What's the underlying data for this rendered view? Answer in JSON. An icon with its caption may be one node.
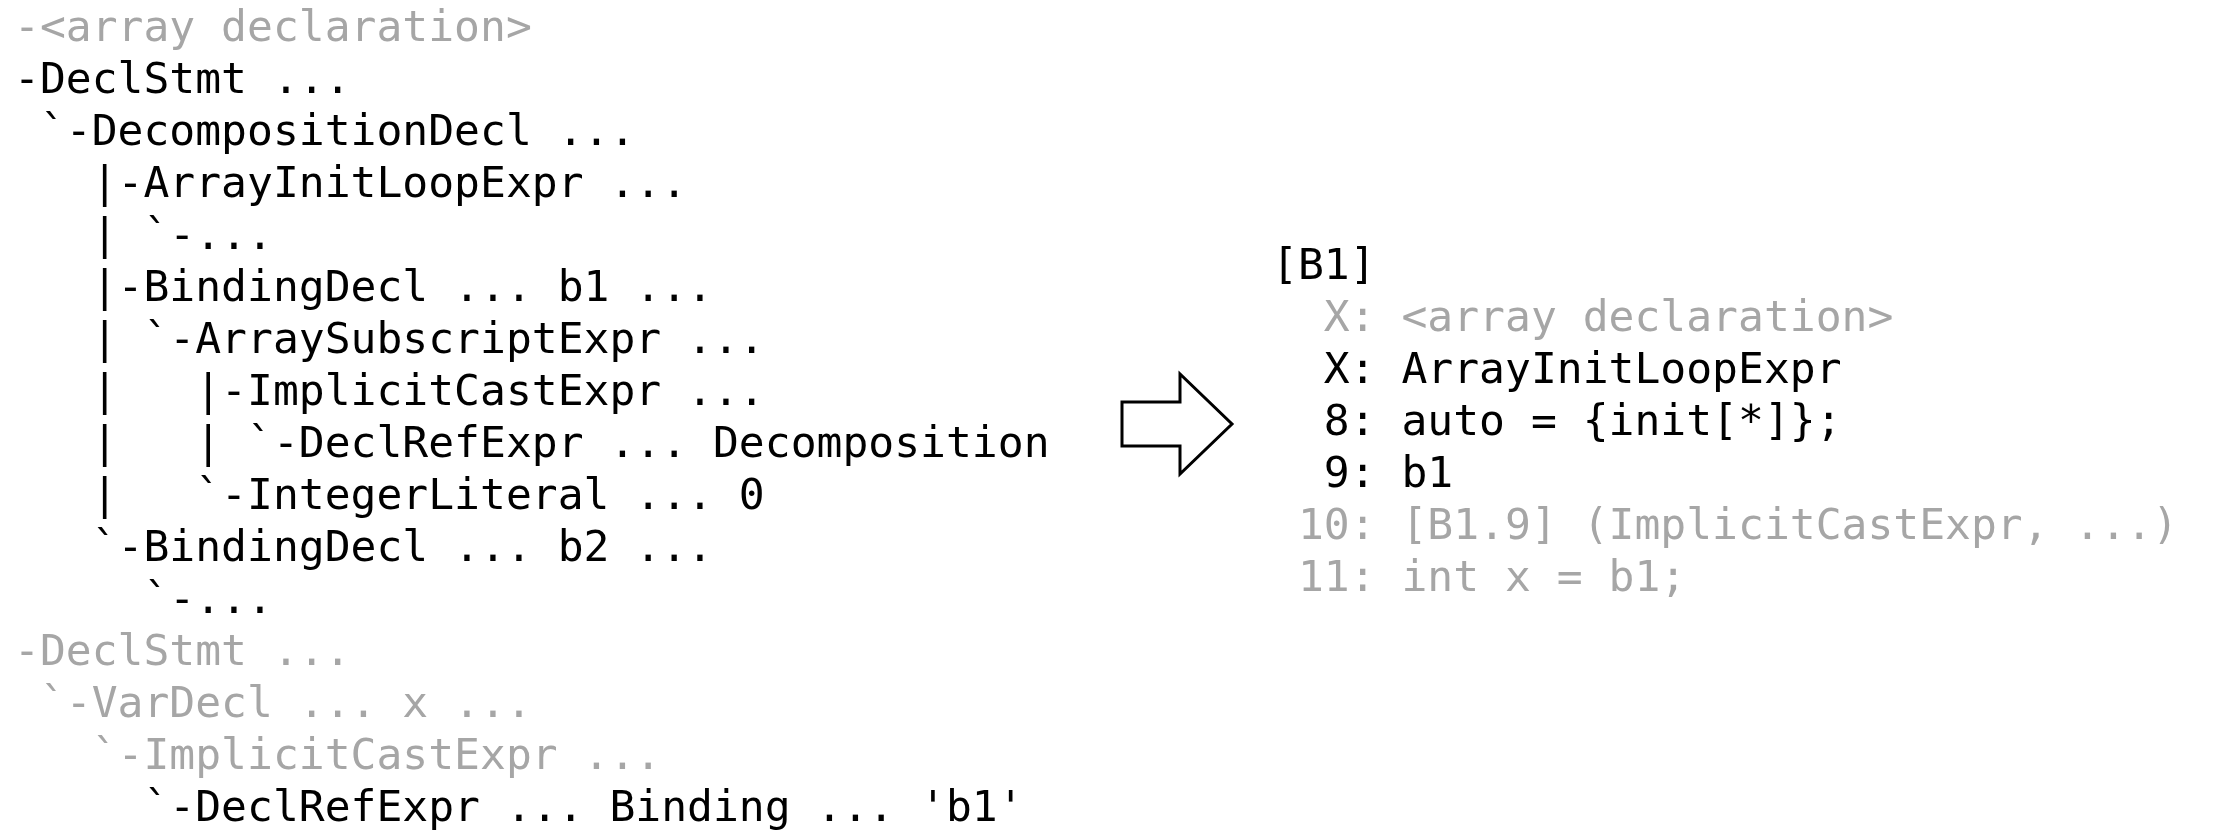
{
  "diagram": {
    "nodes": [
      {
        "text": [
          "-<array declaration>",
          "-DeclStmt ...",
          " `-DecompositionDecl ...",
          "   |-ArrayInitLoopExpr ...",
          "   | `-...",
          "   |-BindingDecl ... b1 ...",
          "   | `-ArraySubscriptExpr ...",
          "   |   |-ImplicitCastExpr ...",
          "   |   | `-DeclRefExpr ... Decomposition",
          "   |   `-IntegerLiteral ... 0",
          "   `-BindingDecl ... b2 ...",
          "     `-...",
          "-DeclStmt ...",
          " `-VarDecl ... x ...",
          "   `-ImplicitCastExpr ...",
          "     `-DeclRefExpr ... Binding ... 'b1'"
        ]
      },
      {
        "text": [
          "[B1]",
          "  X: <array declaration>",
          "  X: ArrayInitLoopExpr",
          "  8: auto = {init[*]};",
          "  9: b1",
          " 10: [B1.9] (ImplicitCastExpr, ...)",
          " 11: int x = b1;"
        ]
      }
    ],
    "edges": [
      {
        "from": 0,
        "to": 1,
        "arrow": "to"
      }
    ]
  }
}
